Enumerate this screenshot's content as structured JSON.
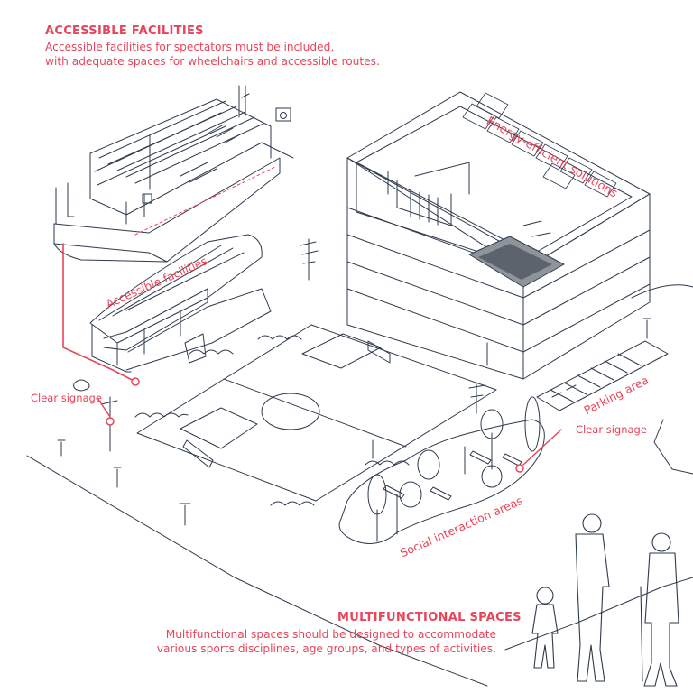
{
  "accessible": {
    "heading": "ACCESSIBLE FACILITIES",
    "line1": "Accessible facilities for spectators must be included,",
    "line2": "with adequate spaces for wheelchairs and accessible routes."
  },
  "multifunctional": {
    "heading": "MULTIFUNCTIONAL SPACES",
    "line1": "Multifunctional spaces should be designed to accommodate",
    "line2": "various sports disciplines, age groups, and types of activities."
  },
  "labels": {
    "accessible_facilities": "Accessible facilities",
    "energy_efficient": "Energy-efficient solutions",
    "clear_signage_left": "Clear signage",
    "clear_signage_right": "Clear signage",
    "parking_area": "Parking area",
    "social_interaction": "Social interaction areas"
  },
  "colors": {
    "accent": "#e8455a",
    "line": "#2e3a4d",
    "pool": "#8e949c"
  },
  "icons": [
    "wheelchair-icon",
    "signpost-icon",
    "solar-panel-icon",
    "tree-icon",
    "bench-icon",
    "person-icon"
  ]
}
